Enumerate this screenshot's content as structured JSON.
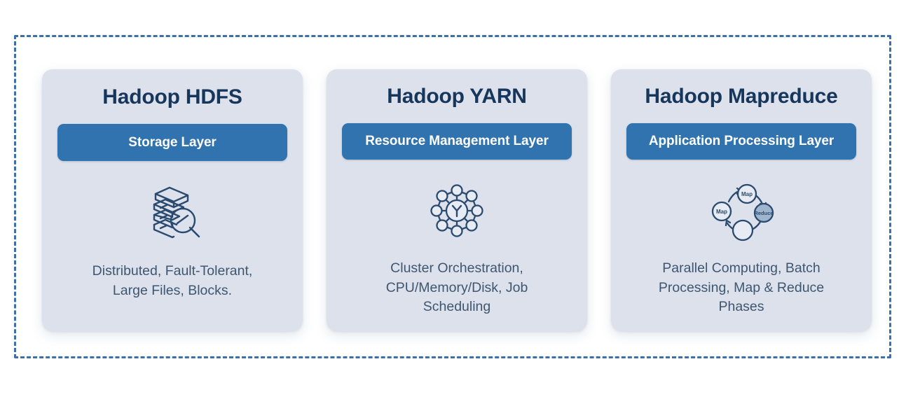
{
  "theme": {
    "page_background": "#ffffff",
    "frame_border_color": "#3d6fa8",
    "card_background": "#dce1eb",
    "title_color": "#17365c",
    "badge_color": "#3073ae",
    "badge_text_color": "#ffffff",
    "description_color": "#3e5670",
    "icon_color": "#2b4a6f"
  },
  "diagram": {
    "cards": [
      {
        "title": "Hadoop HDFS",
        "badge": "Storage Layer",
        "icon": "database-stack-magnifier-icon",
        "description": "Distributed, Fault-Tolerant, Large Files, Blocks."
      },
      {
        "title": "Hadoop YARN",
        "badge": "Resource Management Layer",
        "icon": "yarn-network-hub-icon",
        "icon_center_label": "Y",
        "description": "Cluster Orchestration, CPU/Memory/Disk, Job Scheduling"
      },
      {
        "title": "Hadoop Mapreduce",
        "badge": "Application Processing Layer",
        "icon": "map-reduce-cycle-icon",
        "icon_node_labels": [
          "Map",
          "Map",
          "Reduce"
        ],
        "description": "Parallel Computing, Batch Processing, Map & Reduce Phases"
      }
    ]
  }
}
